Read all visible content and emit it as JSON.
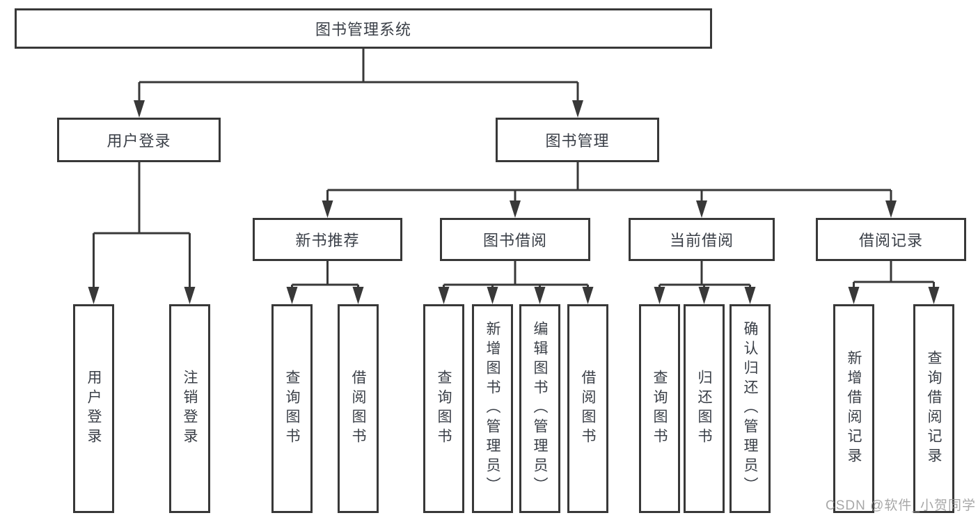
{
  "tree": {
    "root": {
      "label": "图书管理系统"
    },
    "branches": [
      {
        "label": "用户登录",
        "children": [
          "用户登录",
          "注销登录"
        ]
      },
      {
        "label": "图书管理",
        "groups": [
          {
            "label": "新书推荐",
            "children": [
              "查询图书",
              "借阅图书"
            ]
          },
          {
            "label": "图书借阅",
            "children": [
              "查询图书",
              "新增图书（管理员）",
              "编辑图书（管理员）",
              "借阅图书"
            ]
          },
          {
            "label": "当前借阅",
            "children": [
              "查询图书",
              "归还图书",
              "确认归还（管理员）"
            ]
          },
          {
            "label": "借阅记录",
            "children": [
              "新增借阅记录",
              "查询借阅记录"
            ]
          }
        ]
      }
    ]
  },
  "watermark": {
    "text": "CSDN @软件_小贺同学"
  },
  "colors": {
    "line": "#383838",
    "text": "#3a3f47",
    "background": "#ffffff",
    "watermark": "#949494"
  }
}
